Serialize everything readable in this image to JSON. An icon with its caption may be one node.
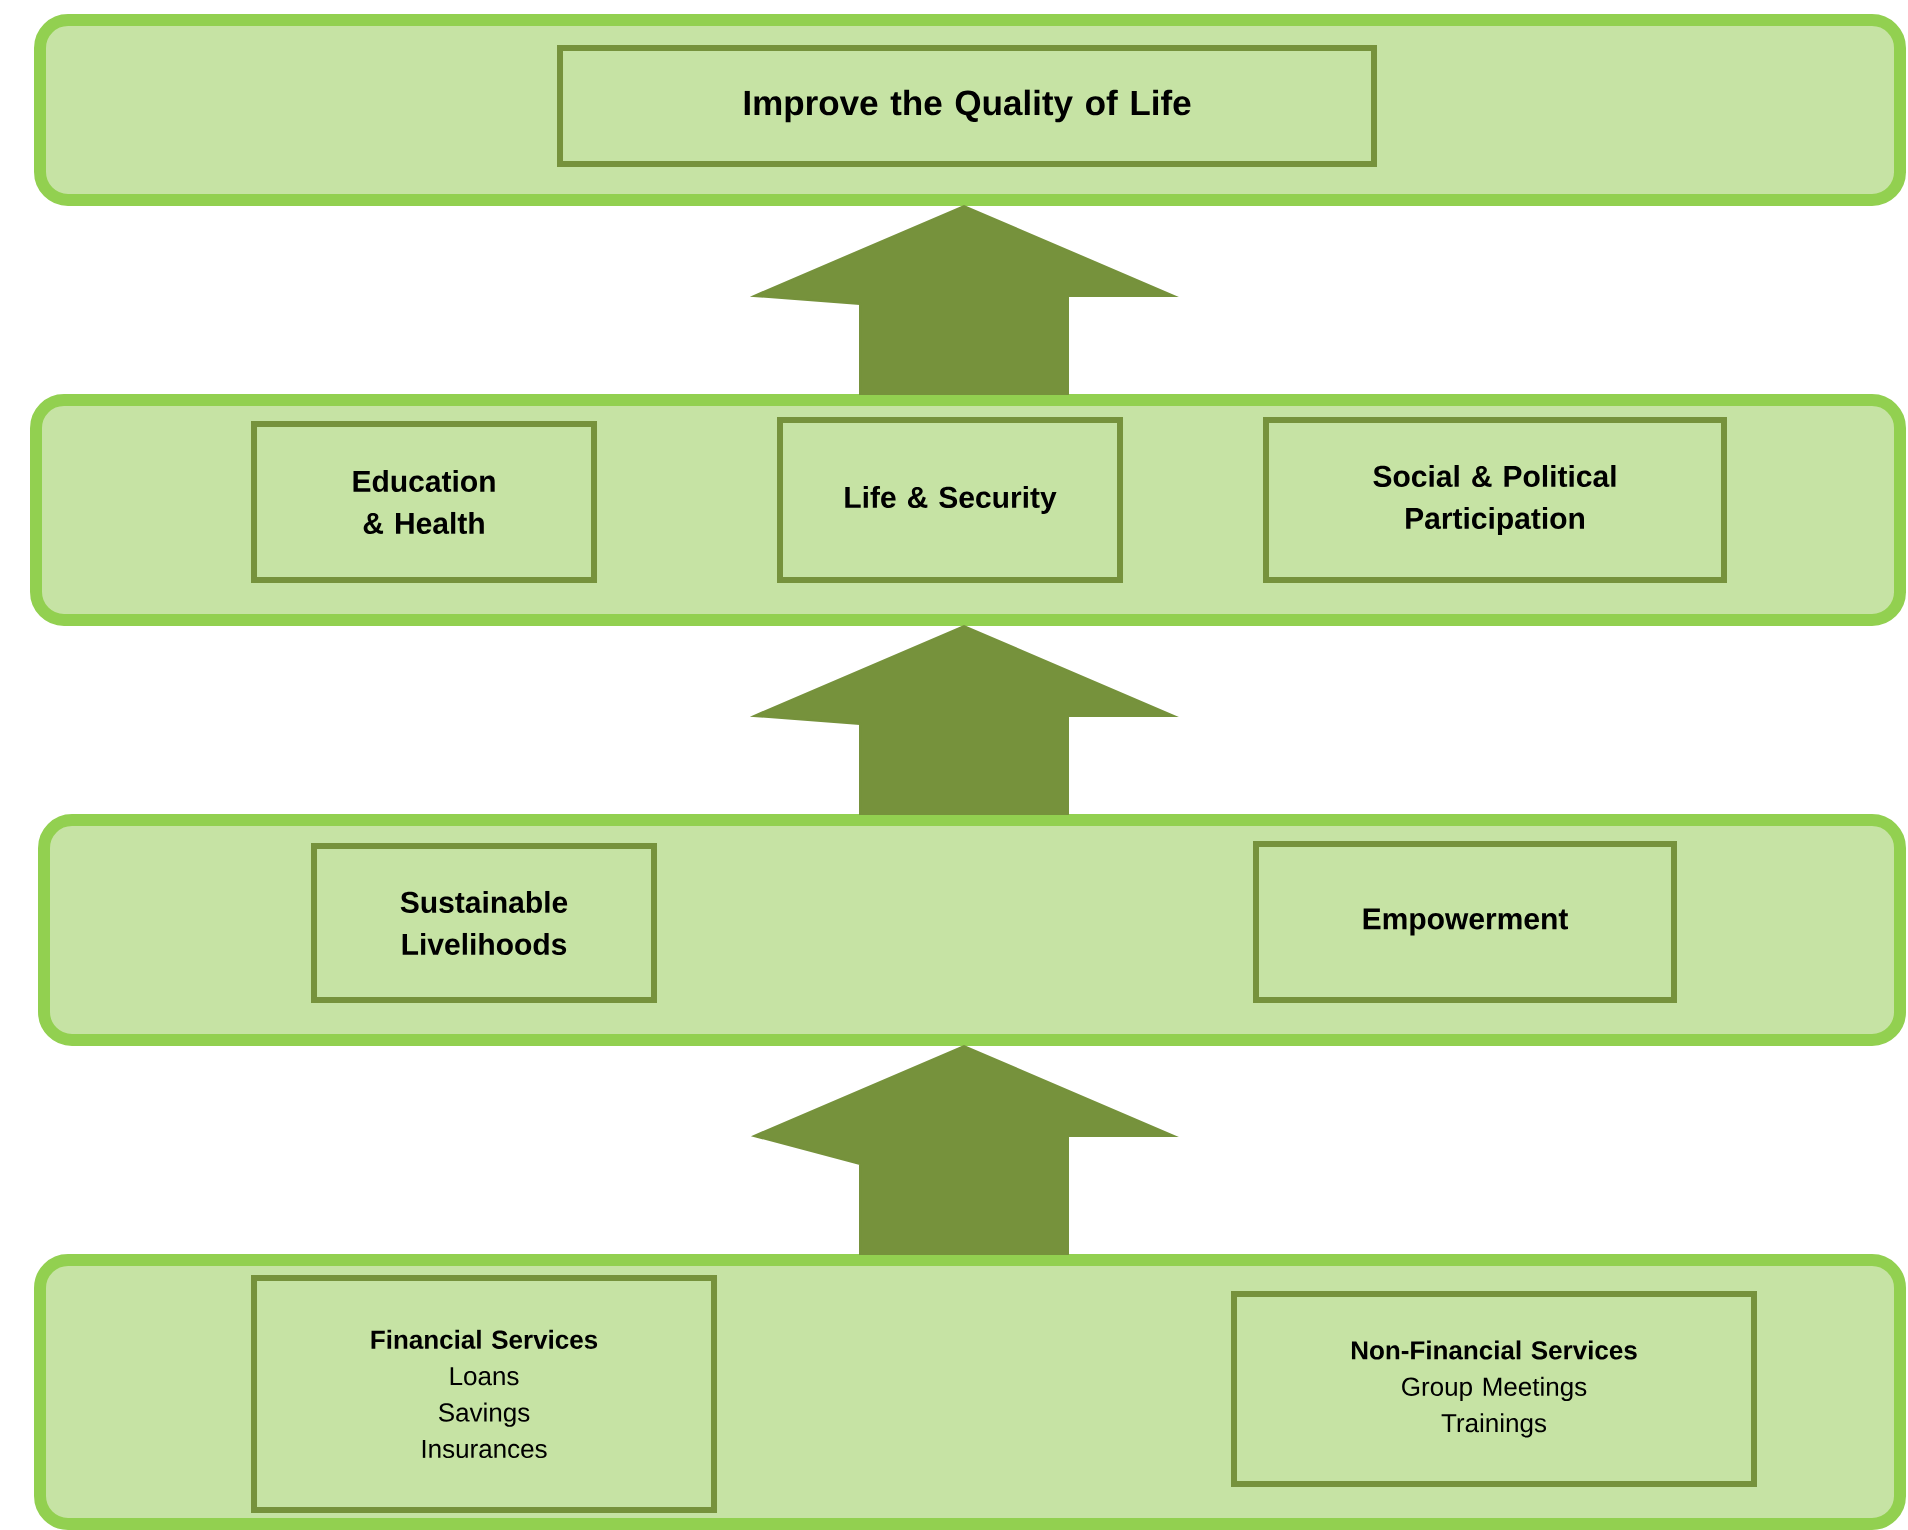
{
  "diagram": {
    "nodes": [
      {
        "text": [],
        "shape": "box"
      },
      {
        "text": [
          "Improve the Quality of Life"
        ],
        "in": 0
      },
      {
        "text": [],
        "shape": "box"
      },
      {
        "text": [
          "Education & Health"
        ],
        "in": 2
      },
      {
        "text": [
          "Life & Security"
        ],
        "in": 2
      },
      {
        "text": [
          "Social & Political Participation"
        ],
        "in": 2
      },
      {
        "text": [],
        "shape": "box"
      },
      {
        "text": [
          "Sustainable Livelihoods"
        ],
        "in": 6
      },
      {
        "text": [
          "Empowerment"
        ],
        "in": 6
      },
      {
        "text": [],
        "shape": "box"
      },
      {
        "text": [
          "Financial Services",
          "Loans",
          "Savings",
          "Insurances"
        ],
        "in": 9
      },
      {
        "text": [
          "Non-Financial Services",
          "Group Meetings",
          "Trainings"
        ],
        "in": 9
      }
    ],
    "edges": [
      {
        "from": 9,
        "to": 6,
        "arrow": "to"
      },
      {
        "from": 6,
        "to": 2,
        "arrow": "to"
      },
      {
        "from": 2,
        "to": 0,
        "arrow": "to"
      }
    ]
  }
}
